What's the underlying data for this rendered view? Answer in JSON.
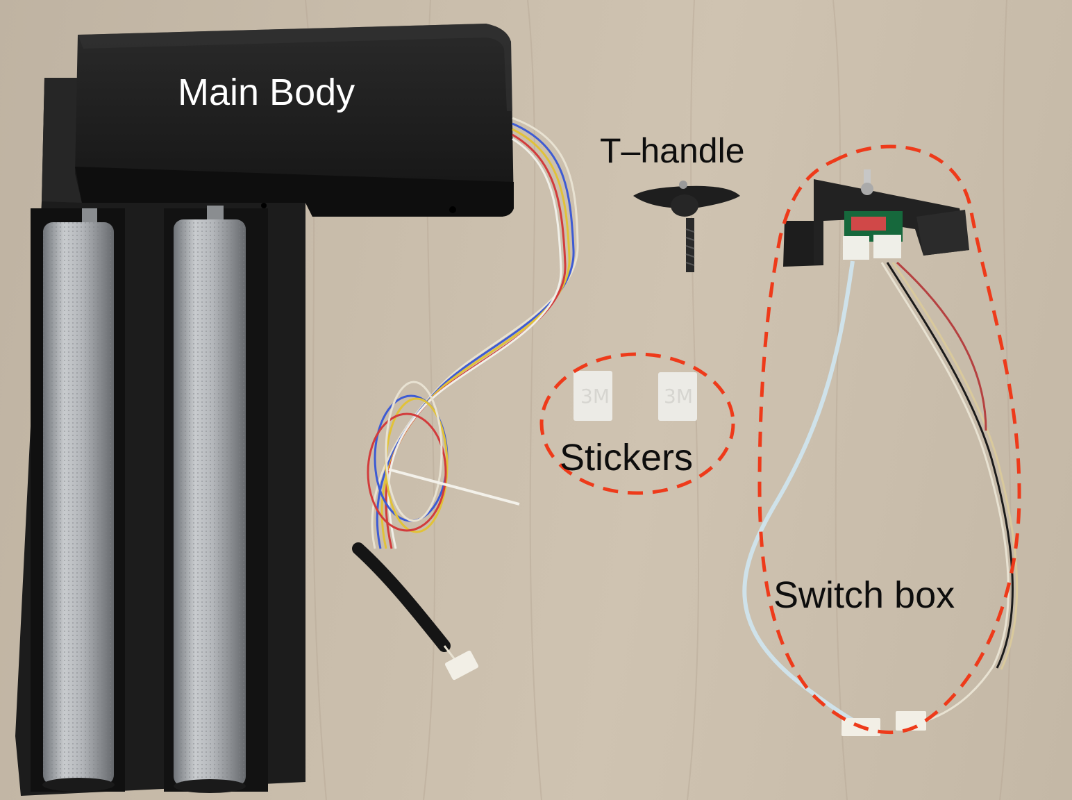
{
  "labels": {
    "main_body": "Main Body",
    "t_handle": "T–handle",
    "stickers": "Stickers",
    "switch_box": "Switch box"
  },
  "colors": {
    "highlight_dash": "#ee3a1a",
    "table_wood": "#c9bdab",
    "body_black": "#1c1c1c",
    "roller_metal": "#a9acaf"
  }
}
